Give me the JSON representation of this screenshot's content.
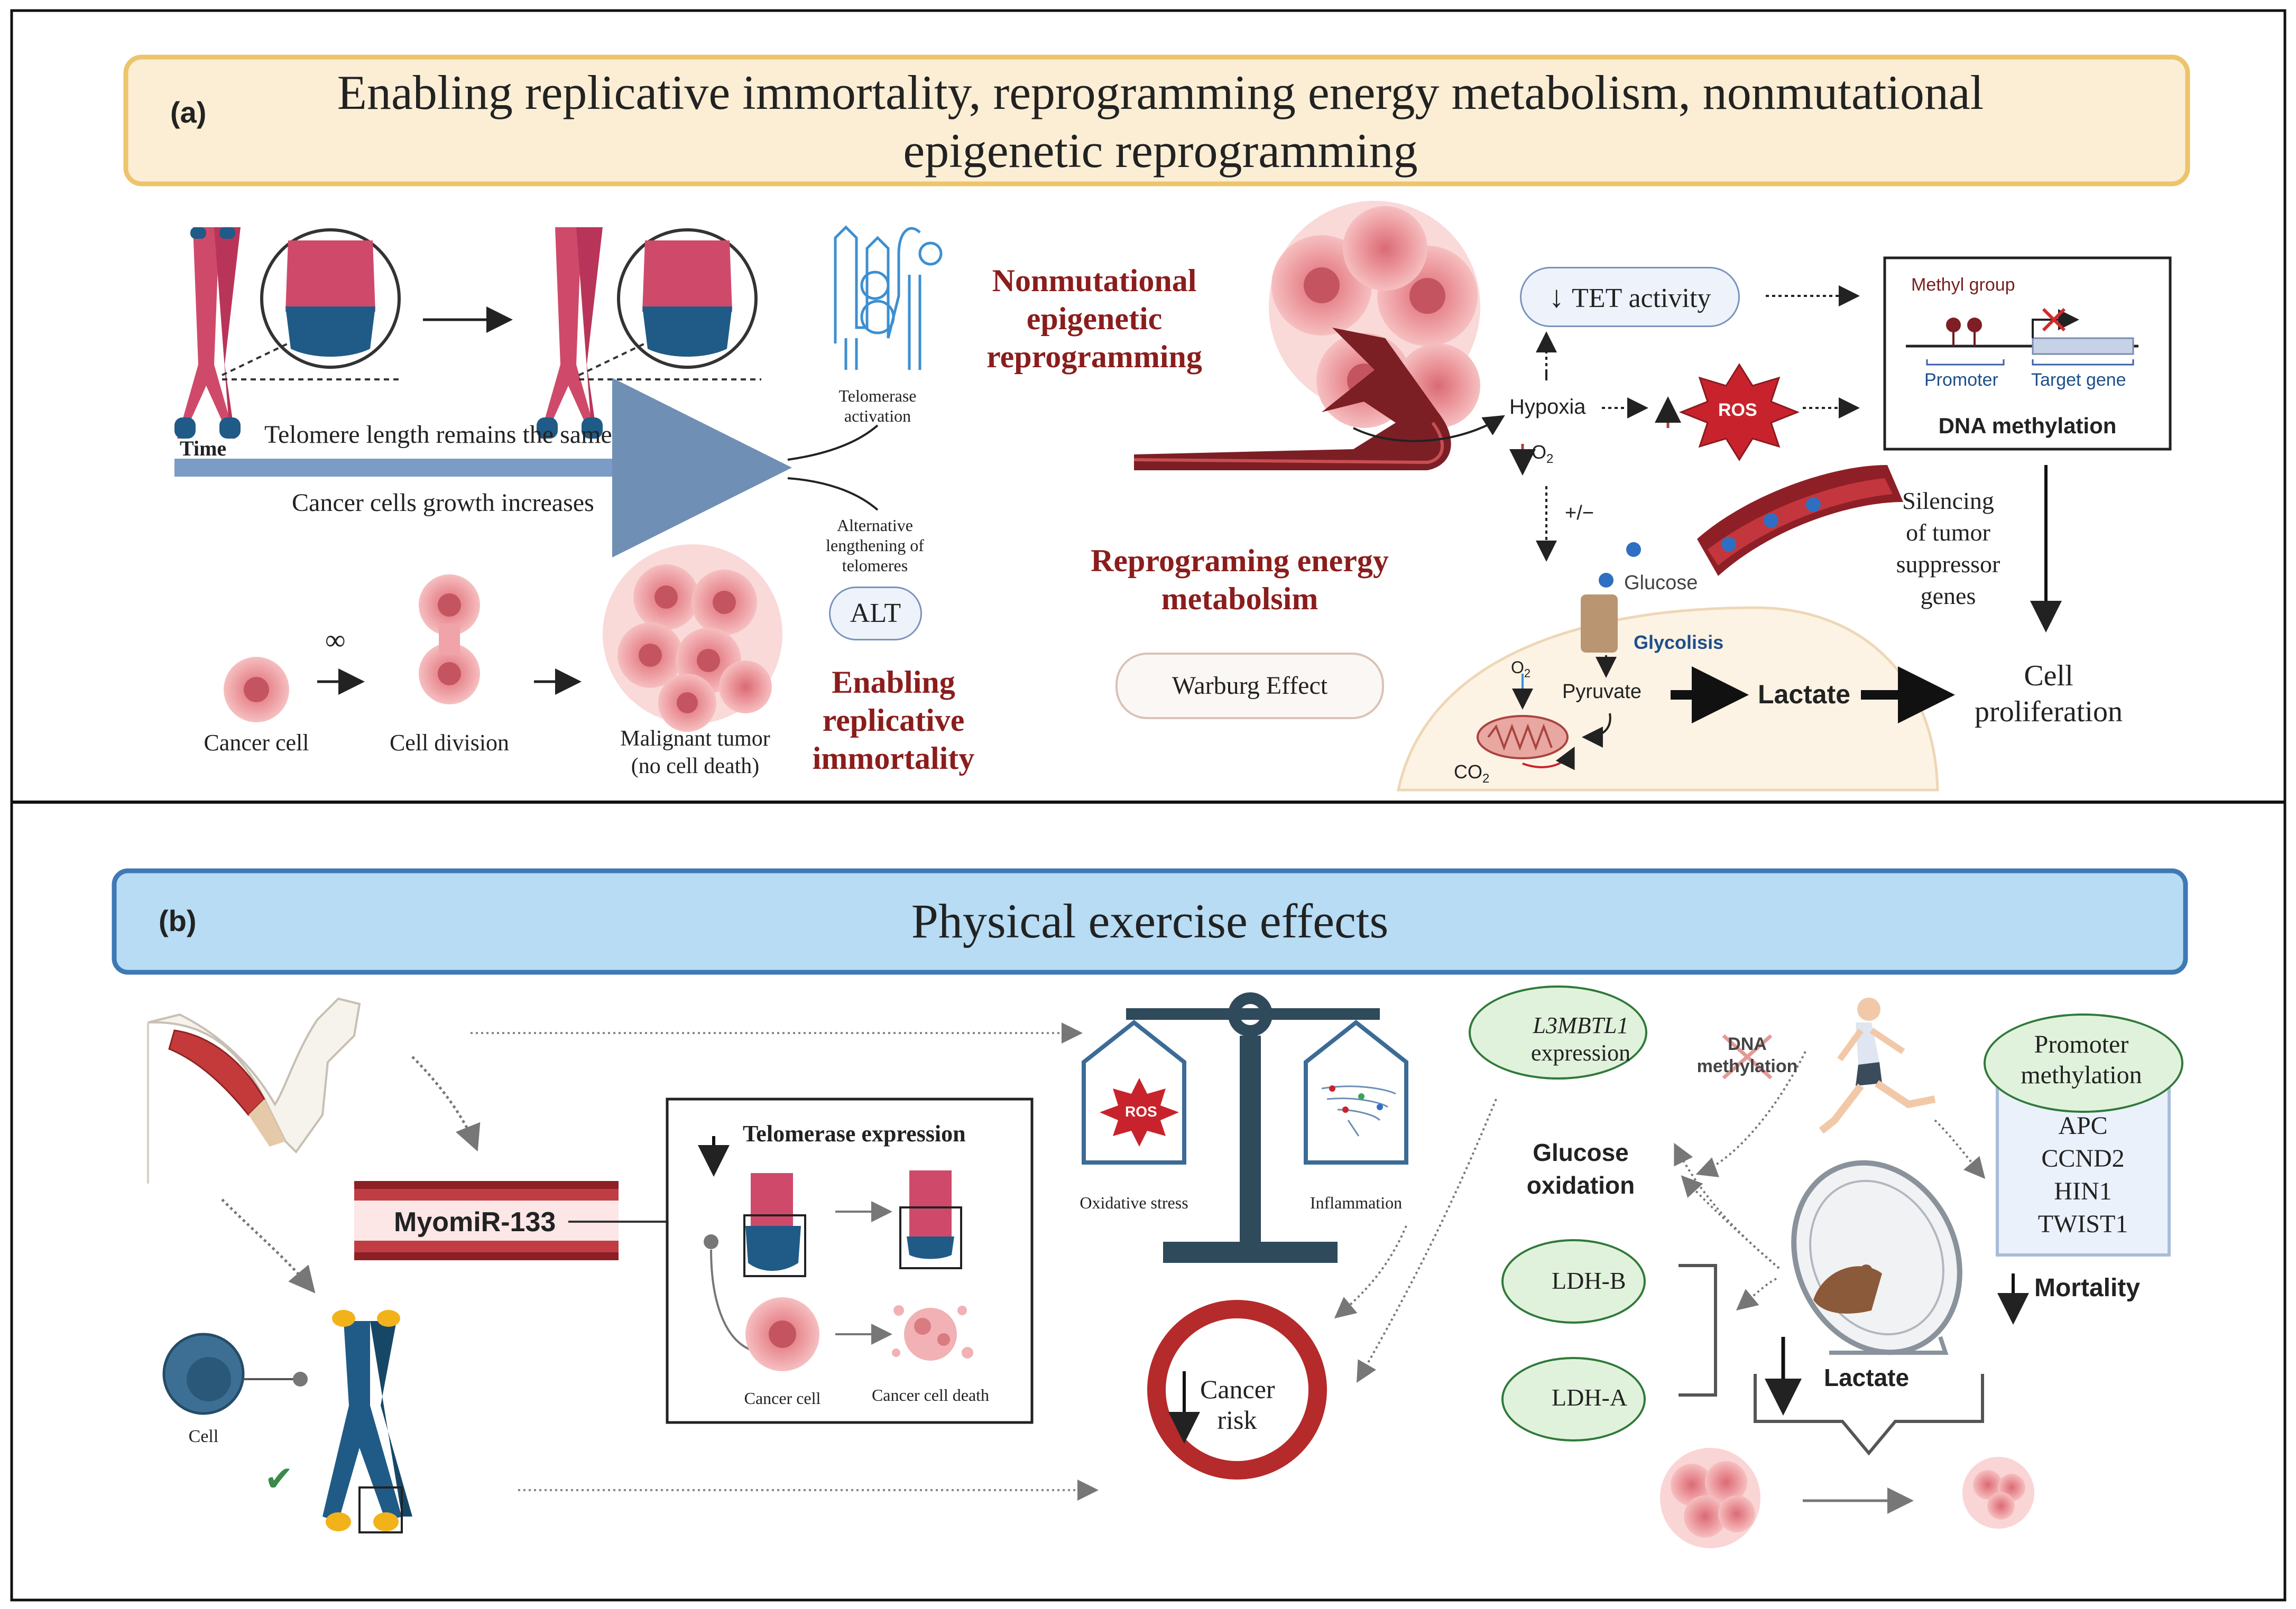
{
  "colors": {
    "panel_a_header_bg": "#fbeed5",
    "panel_a_header_border": "#ecc46b",
    "panel_b_header_bg": "#b7dcf4",
    "panel_b_header_border": "#3f79b4",
    "title_red": "#8b1d1d",
    "chromosome_pink": "#cf4a6a",
    "chromosome_blue": "#1f5b86",
    "telomere_yellow": "#f2b21a",
    "muscle_red": "#c43a3a",
    "green": "#2f7a3a"
  },
  "panel_a": {
    "label": "(a)",
    "title_line1": "Enabling replicative immortality, reprogramming energy metabolism, nonmutational",
    "title_line2": "epigenetic reprogramming",
    "time_label": "Time",
    "telomere_same": "Telomere length remains the same",
    "growth_increases": "Cancer cells growth increases",
    "telomerase_activation_1": "Telomerase",
    "telomerase_activation_2": "activation",
    "alt_desc_1": "Alternative",
    "alt_desc_2": "lengthening of",
    "alt_desc_3": "telomeres",
    "alt": "ALT",
    "infinity": "∞",
    "cancer_cell": "Cancer cell",
    "cell_division": "Cell division",
    "malignant_1": "Malignant tumor",
    "malignant_2": "(no cell death)",
    "enabling_1": "Enabling",
    "enabling_2": "replicative",
    "enabling_3": "immortality",
    "nonmut_1": "Nonmutational",
    "nonmut_2": "epigenetic",
    "nonmut_3": "reprogramming",
    "reprog_1": "Reprograming energy",
    "reprog_2": "metabolsim",
    "warburg": "Warburg Effect",
    "tet": "TET activity",
    "hypoxia": "Hypoxia",
    "o2": "O",
    "o2_sub": "2",
    "ros": "ROS",
    "plusminus": "+/−",
    "glucose": "Glucose",
    "glycolisis": "Glycolisis",
    "pyruvate": "Pyruvate",
    "lactate": "Lactate",
    "co2": "CO",
    "co2_sub": "2",
    "methyl_group": "Methyl group",
    "promoter": "Promoter",
    "target_gene": "Target gene",
    "dna_methylation": "DNA methylation",
    "silencing_1": "Silencing",
    "silencing_2": "of tumor",
    "silencing_3": "suppressor",
    "silencing_4": "genes",
    "cell_prolif_1": "Cell",
    "cell_prolif_2": "proliferation"
  },
  "panel_b": {
    "label": "(b)",
    "title": "Physical exercise effects",
    "myomir": "MyomiR-133",
    "telomerase_expression": "Telomerase expression",
    "cancer_cell": "Cancer cell",
    "cancer_cell_death": "Cancer cell death",
    "cell": "Cell",
    "checkmark": "✔",
    "oxidative_stress": "Oxidative stress",
    "inflammation": "Inflammation",
    "ros": "ROS",
    "cancer_risk_1": "Cancer",
    "cancer_risk_2": "risk",
    "l3mbtl1": "L3MBTL1",
    "expression": "expression",
    "dna_methyl_1": "DNA",
    "dna_methyl_2": "methylation",
    "glucose_ox_1": "Glucose",
    "glucose_ox_2": "oxidation",
    "ldhb": "LDH-B",
    "ldha": "LDH-A",
    "lactate": "Lactate",
    "promoter_methylation_1": "Promoter",
    "promoter_methylation_2": "methylation",
    "genes": [
      "APC",
      "CCND2",
      "HIN1",
      "TWIST1"
    ],
    "mortality": "Mortality"
  }
}
